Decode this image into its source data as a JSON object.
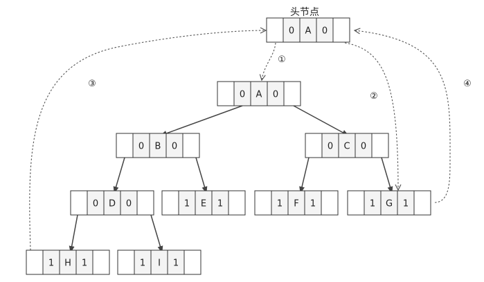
{
  "diagram": {
    "head_label": "头节点",
    "nodes": [
      {
        "id": "head",
        "ltag": "0",
        "data": "A",
        "rtag": "0"
      },
      {
        "id": "A",
        "ltag": "0",
        "data": "A",
        "rtag": "0"
      },
      {
        "id": "B",
        "ltag": "0",
        "data": "B",
        "rtag": "0"
      },
      {
        "id": "C",
        "ltag": "0",
        "data": "C",
        "rtag": "0"
      },
      {
        "id": "D",
        "ltag": "0",
        "data": "D",
        "rtag": "0"
      },
      {
        "id": "E",
        "ltag": "1",
        "data": "E",
        "rtag": "1"
      },
      {
        "id": "F",
        "ltag": "1",
        "data": "F",
        "rtag": "1"
      },
      {
        "id": "G",
        "ltag": "1",
        "data": "G",
        "rtag": "1"
      },
      {
        "id": "H",
        "ltag": "1",
        "data": "H",
        "rtag": "1"
      },
      {
        "id": "I",
        "ltag": "1",
        "data": "I",
        "rtag": "1"
      }
    ],
    "edges": [
      {
        "from": "A",
        "to": "B"
      },
      {
        "from": "A",
        "to": "C"
      },
      {
        "from": "B",
        "to": "D"
      },
      {
        "from": "B",
        "to": "E"
      },
      {
        "from": "C",
        "to": "F"
      },
      {
        "from": "C",
        "to": "G"
      },
      {
        "from": "D",
        "to": "H"
      },
      {
        "from": "D",
        "to": "I"
      }
    ],
    "thread_steps": [
      {
        "id": "step1",
        "label": "①"
      },
      {
        "id": "step2",
        "label": "②"
      },
      {
        "id": "step3",
        "label": "③"
      },
      {
        "id": "step4",
        "label": "④"
      }
    ],
    "colors": {
      "box_fill": "#f4f4f4",
      "box_stroke": "#333333",
      "edge": "#444444",
      "dashed": "#555555"
    }
  }
}
